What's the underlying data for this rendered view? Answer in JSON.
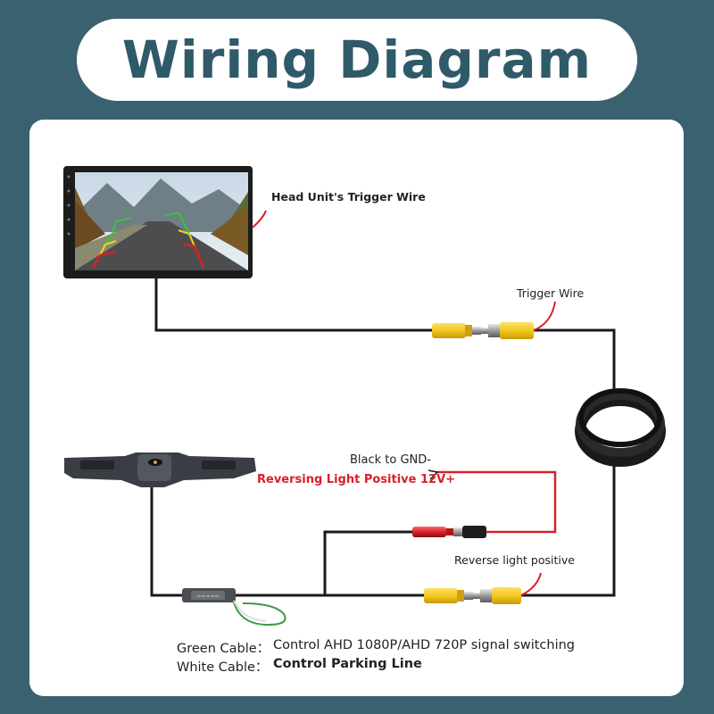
{
  "title": "Wiring Diagram",
  "labels": {
    "head_unit_trigger": "Head Unit's Trigger Wire",
    "trigger_wire": "Trigger Wire",
    "black_gnd": "Black to GND-",
    "reversing_light": "Reversing Light Positive 12V+",
    "reverse_light_positive": "Reverse light positive"
  },
  "legend": {
    "green_key": "Green Cable：",
    "green_value": "Control AHD 1080P/AHD 720P signal switching",
    "white_key": "White Cable：",
    "white_value": "Control Parking Line"
  },
  "colors": {
    "background": "#3a6170",
    "title_text": "#2f5a69",
    "cable": "#1a1a1a",
    "power_red": "#d8202a",
    "rca_yellow": "#f2c81d",
    "green_loop": "#3a9a4a"
  }
}
